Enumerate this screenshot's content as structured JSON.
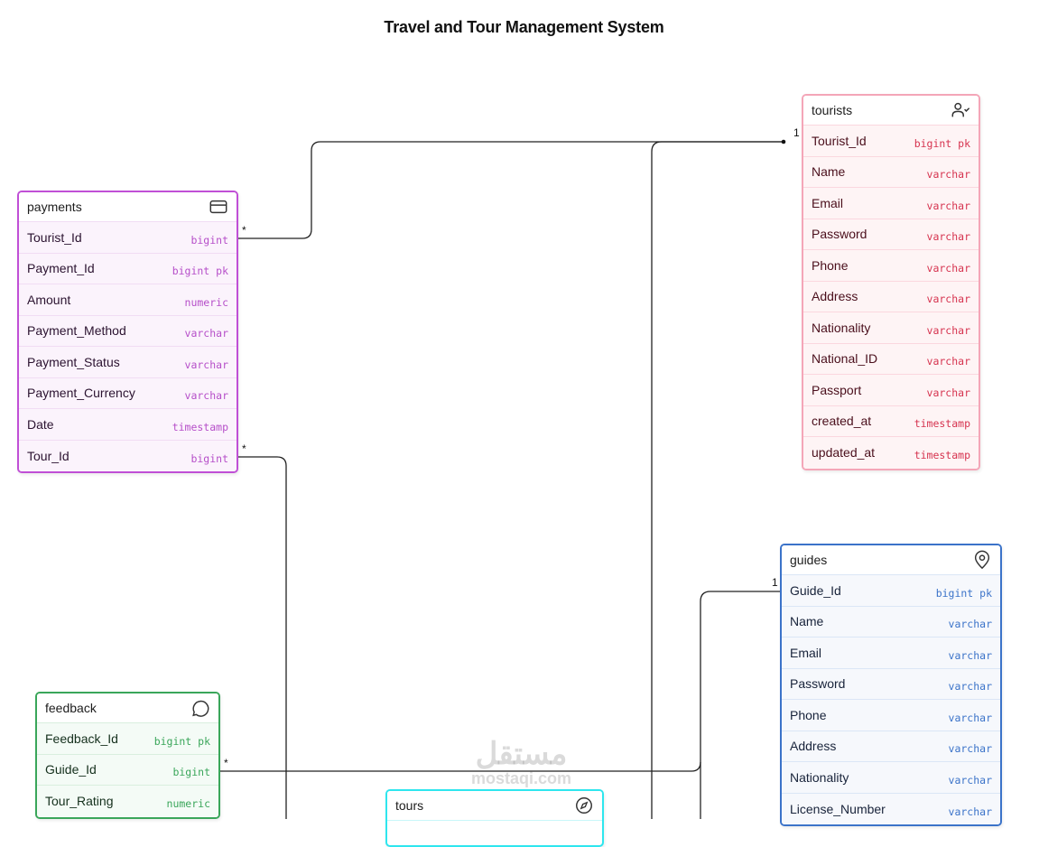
{
  "title": "Travel and Tour Management System",
  "watermark": {
    "arabic": "مستقل",
    "latin": "mostaqi.com"
  },
  "tables": {
    "payments": {
      "name": "payments",
      "icon": "credit-card-icon",
      "color": "#c04fd6",
      "rows": [
        {
          "field": "Tourist_Id",
          "type": "bigint"
        },
        {
          "field": "Payment_Id",
          "type": "bigint pk"
        },
        {
          "field": "Amount",
          "type": "numeric"
        },
        {
          "field": "Payment_Method",
          "type": "varchar"
        },
        {
          "field": "Payment_Status",
          "type": "varchar"
        },
        {
          "field": "Payment_Currency",
          "type": "varchar"
        },
        {
          "field": "Date",
          "type": "timestamp"
        },
        {
          "field": "Tour_Id",
          "type": "bigint"
        }
      ]
    },
    "tourists": {
      "name": "tourists",
      "icon": "user-check-icon",
      "color": "#f4a6b8",
      "rows": [
        {
          "field": "Tourist_Id",
          "type": "bigint pk"
        },
        {
          "field": "Name",
          "type": "varchar"
        },
        {
          "field": "Email",
          "type": "varchar"
        },
        {
          "field": "Password",
          "type": "varchar"
        },
        {
          "field": "Phone",
          "type": "varchar"
        },
        {
          "field": "Address",
          "type": "varchar"
        },
        {
          "field": "Nationality",
          "type": "varchar"
        },
        {
          "field": "National_ID",
          "type": "varchar"
        },
        {
          "field": "Passport",
          "type": "varchar"
        },
        {
          "field": "created_at",
          "type": "timestamp"
        },
        {
          "field": "updated_at",
          "type": "timestamp"
        }
      ]
    },
    "guides": {
      "name": "guides",
      "icon": "map-pin-icon",
      "color": "#3b73c9",
      "rows": [
        {
          "field": "Guide_Id",
          "type": "bigint pk"
        },
        {
          "field": "Name",
          "type": "varchar"
        },
        {
          "field": "Email",
          "type": "varchar"
        },
        {
          "field": "Password",
          "type": "varchar"
        },
        {
          "field": "Phone",
          "type": "varchar"
        },
        {
          "field": "Address",
          "type": "varchar"
        },
        {
          "field": "Nationality",
          "type": "varchar"
        },
        {
          "field": "License_Number",
          "type": "varchar"
        }
      ]
    },
    "feedback": {
      "name": "feedback",
      "icon": "message-circle-icon",
      "color": "#3aa65a",
      "rows": [
        {
          "field": "Feedback_Id",
          "type": "bigint pk"
        },
        {
          "field": "Guide_Id",
          "type": "bigint"
        },
        {
          "field": "Tour_Rating",
          "type": "numeric"
        }
      ]
    },
    "tours": {
      "name": "tours",
      "icon": "compass-icon",
      "color": "#2ee6ee",
      "rows": []
    }
  },
  "relations": [
    {
      "from": "payments.Tourist_Id",
      "to": "tourists.Tourist_Id",
      "from_card": "*",
      "to_card": "1 1"
    },
    {
      "from": "payments.Tour_Id",
      "to": "tours",
      "from_card": "*",
      "to_card": ""
    },
    {
      "from": "feedback.Guide_Id",
      "to": "guides.Guide_Id",
      "from_card": "*",
      "to_card": "1 1"
    }
  ]
}
